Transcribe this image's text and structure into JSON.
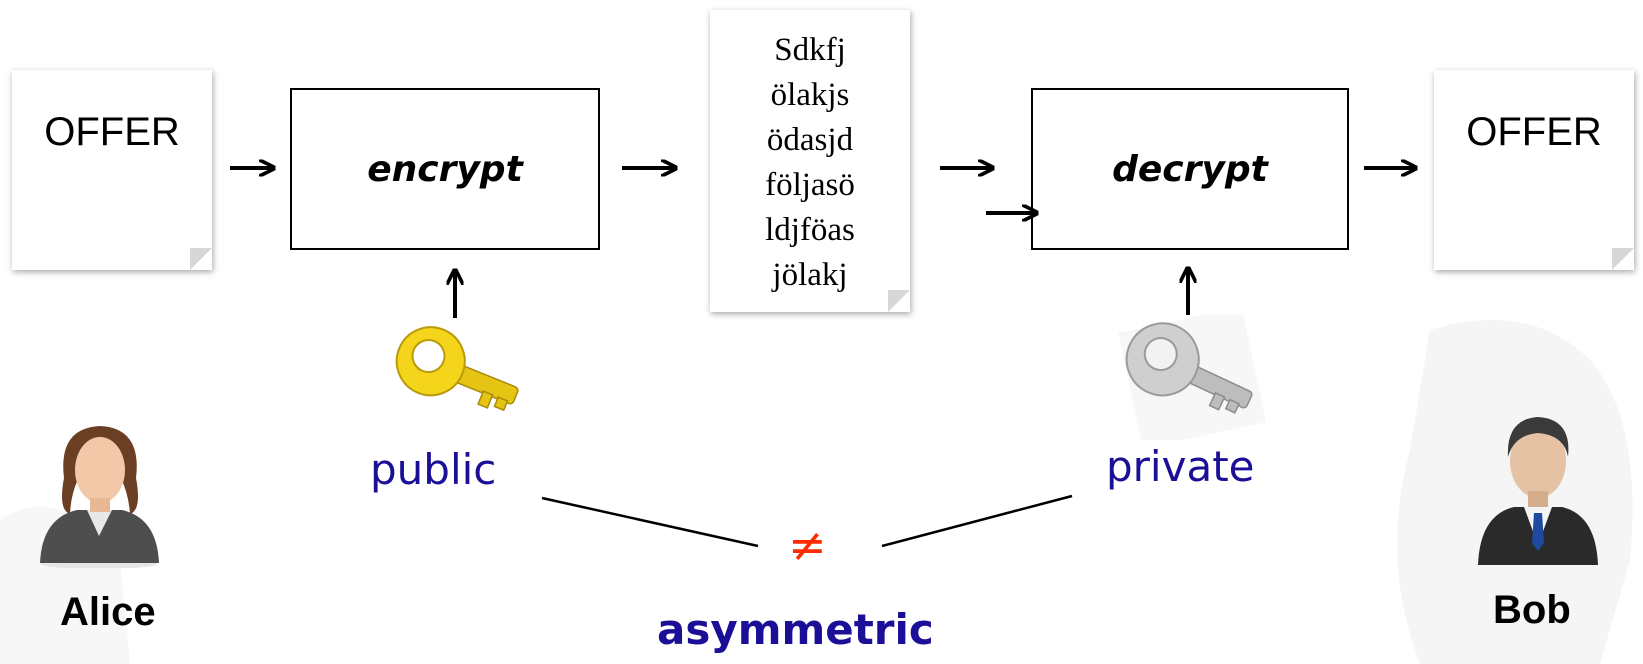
{
  "plaintext_left": "OFFER",
  "plaintext_right": "OFFER",
  "encrypt_label": "encrypt",
  "decrypt_label": "decrypt",
  "ciphertext_lines": [
    "Sdkfj",
    "ölakjs",
    "ödasjd",
    "följasö",
    "ldjföas",
    "jölakj"
  ],
  "public_key_label": "public",
  "private_key_label": "private",
  "not_equal_symbol": "≠",
  "scheme_label": "asymmetric",
  "sender_name": "Alice",
  "receiver_name": "Bob",
  "colors": {
    "label_blue": "#1a0f96",
    "not_equal_red": "#ff2a00",
    "public_key": "#f2d21a",
    "private_key": "#b8b8b8"
  },
  "icons": {
    "public_key": "key-icon",
    "private_key": "key-icon",
    "sender": "woman-avatar-icon",
    "receiver": "man-avatar-icon"
  }
}
